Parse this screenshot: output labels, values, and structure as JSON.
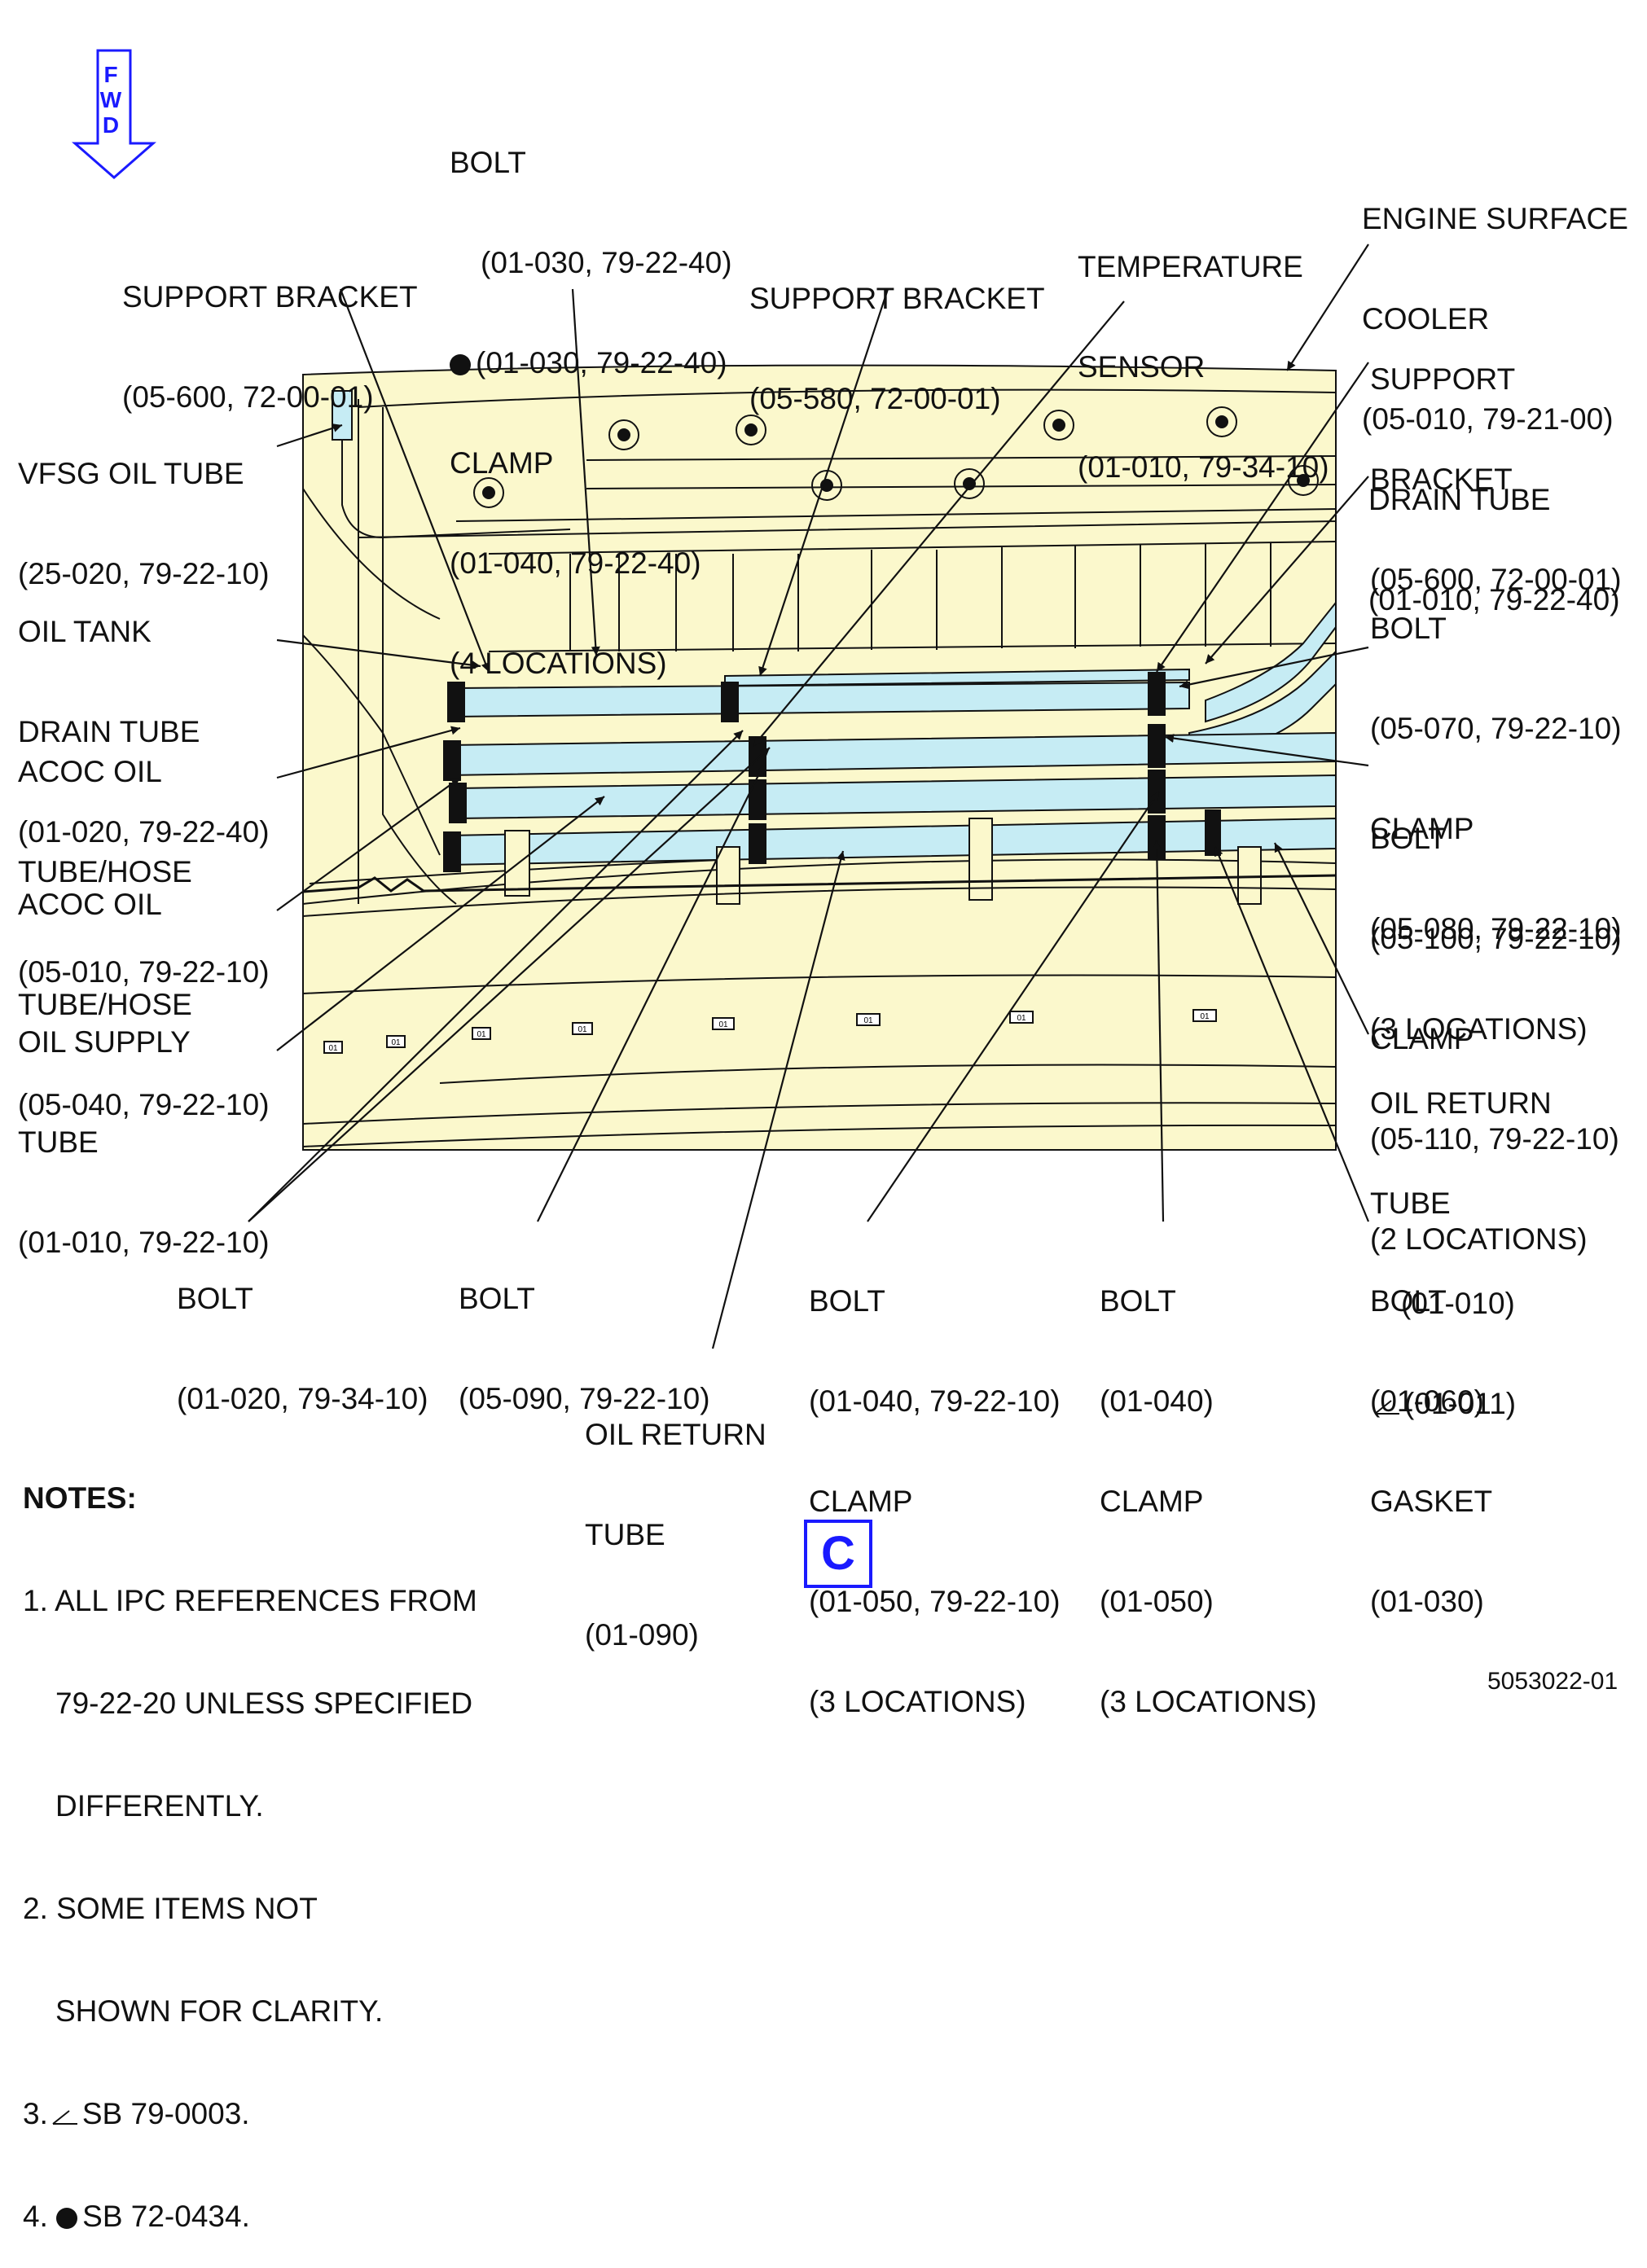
{
  "orientation": {
    "letters": [
      "F",
      "W",
      "D"
    ],
    "color": "#1a1aff"
  },
  "view_label": "C",
  "figure_number": "5053022-01",
  "colors": {
    "background_fill": "#fbf8cc",
    "tube_fill": "#c6ecf4",
    "line": "#111111",
    "accent": "#1a1aff"
  },
  "callouts": {
    "bolt_top": {
      "l1": "BOLT",
      "l2": "(01-030, 79-22-40)",
      "l3": "(01-030, 79-22-40)",
      "l4": "CLAMP",
      "l5": "(01-040, 79-22-40)",
      "l6": "(4 LOCATIONS)"
    },
    "support_bracket_left": {
      "l1": "SUPPORT BRACKET",
      "l2": "(05-600, 72-00-01)"
    },
    "support_bracket_mid": {
      "l1": "SUPPORT BRACKET",
      "l2": "(05-580, 72-00-01)"
    },
    "temperature_sensor": {
      "l1": "TEMPERATURE",
      "l2": "SENSOR",
      "l3": "(01-010, 79-34-10)"
    },
    "engine_surface_cooler": {
      "l1": "ENGINE SURFACE",
      "l2": "COOLER",
      "l3": "(05-010, 79-21-00)"
    },
    "support_bracket_right": {
      "l1": "SUPPORT",
      "l2": "BRACKET",
      "l3": "(05-600, 72-00-01)"
    },
    "drain_tube": {
      "l1": "DRAIN TUBE",
      "l2": "(01-010, 79-22-40)"
    },
    "bolt_right_1": {
      "l1": "BOLT",
      "l2": "(05-070, 79-22-10)",
      "l3": "CLAMP",
      "l4": "(05-080, 79-22-10)",
      "l5": "(3 LOCATIONS)"
    },
    "bolt_right_2": {
      "l1": "BOLT",
      "l2": "(05-100, 79-22-10)",
      "l3": "CLAMP",
      "l4": "(05-110, 79-22-10)",
      "l5": "(2 LOCATIONS)"
    },
    "oil_return_tube_right": {
      "l1": "OIL RETURN",
      "l2": "TUBE",
      "l3": "(01-010)",
      "l4": "(01-011)"
    },
    "vfsg_oil_tube": {
      "l1": "VFSG OIL TUBE",
      "l2": "(25-020, 79-22-10)"
    },
    "oil_tank_drain_tube": {
      "l1": "OIL TANK",
      "l2": "DRAIN TUBE",
      "l3": "(01-020, 79-22-40)"
    },
    "acoc_oil_tube_1": {
      "l1": "ACOC OIL",
      "l2": "TUBE/HOSE",
      "l3": "(05-010, 79-22-10)"
    },
    "acoc_oil_tube_2": {
      "l1": "ACOC OIL",
      "l2": "TUBE/HOSE",
      "l3": "(05-040, 79-22-10)"
    },
    "oil_supply_tube": {
      "l1": "OIL SUPPLY",
      "l2": "TUBE",
      "l3": "(01-010, 79-22-10)"
    },
    "bolt_bottom_1": {
      "l1": "BOLT",
      "l2": "(01-020, 79-34-10)"
    },
    "bolt_bottom_2": {
      "l1": "BOLT",
      "l2": "(05-090, 79-22-10)"
    },
    "oil_return_tube_bottom": {
      "l1": "OIL RETURN",
      "l2": "TUBE",
      "l3": "(01-090)"
    },
    "bolt_bottom_3": {
      "l1": "BOLT",
      "l2": "(01-040, 79-22-10)",
      "l3": "CLAMP",
      "l4": "(01-050, 79-22-10)",
      "l5": "(3 LOCATIONS)"
    },
    "bolt_bottom_4": {
      "l1": "BOLT",
      "l2": "(01-040)",
      "l3": "CLAMP",
      "l4": "(01-050)",
      "l5": "(3 LOCATIONS)"
    },
    "bolt_bottom_5": {
      "l1": "BOLT",
      "l2": "(01-060)",
      "l3": "GASKET",
      "l4": "(01-030)"
    }
  },
  "notes": {
    "heading": "NOTES:",
    "n1a": "1. ALL IPC REFERENCES FROM",
    "n1b": "79-22-20 UNLESS SPECIFIED",
    "n1c": "DIFFERENTLY.",
    "n2a": "2. SOME ITEMS NOT",
    "n2b": "SHOWN FOR CLARITY.",
    "n3_num": "3.",
    "n3_text": "SB 79-0003.",
    "n4_num": "4.",
    "n4_text": "SB 72-0434."
  },
  "tags": [
    "01",
    "01",
    "01",
    "01",
    "01",
    "01",
    "01",
    "01"
  ]
}
